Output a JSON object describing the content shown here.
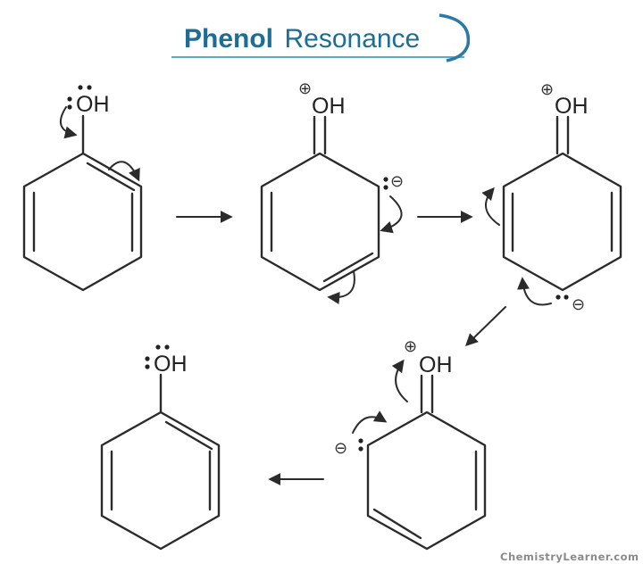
{
  "title": {
    "bold": "Phenol",
    "regular": "Resonance"
  },
  "atom_label": "OH",
  "charges": {
    "positive": "⊕",
    "negative": "⊖"
  },
  "watermark": "ChemistryLearner.com",
  "colors": {
    "title": "#1e6d95",
    "bond": "#2b2b2b"
  }
}
